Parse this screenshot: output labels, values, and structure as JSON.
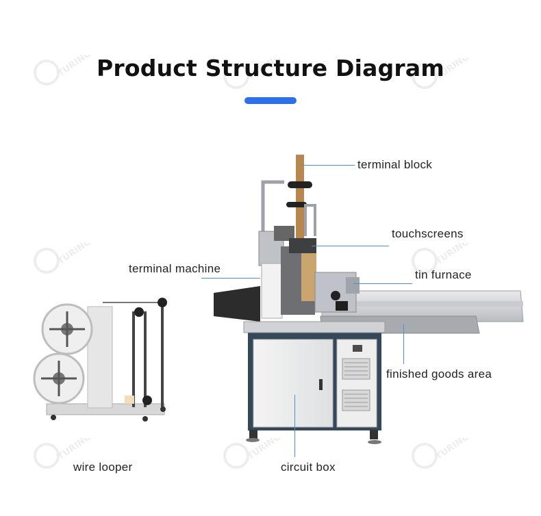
{
  "header": {
    "title": "Product Structure Diagram"
  },
  "colors": {
    "accent": "#2f6fe8",
    "leader": "#4a8fd9"
  },
  "watermark": {
    "text": "TURING",
    "icon": "turing-logo-icon"
  },
  "labels": {
    "terminal_block": "terminal block",
    "touchscreens": "touchscreens",
    "terminal_machine": "terminal machine",
    "tin_furnace": "tin furnace",
    "finished_goods_area": "finished goods area",
    "wire_looper": "wire looper",
    "circuit_box": "circuit box"
  }
}
